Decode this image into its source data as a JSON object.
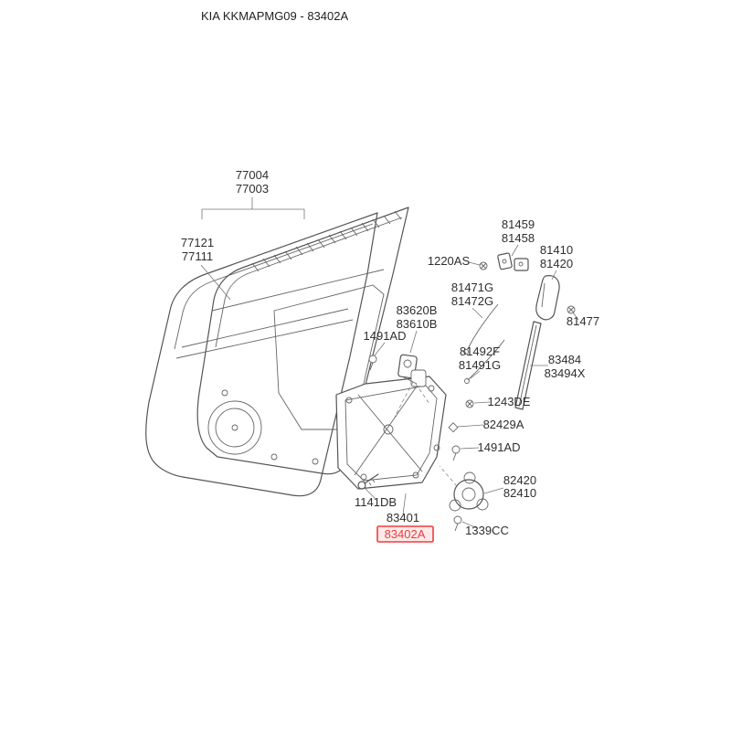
{
  "title": "KIA KKMAPMG09 - 83402A",
  "colors": {
    "highlight": "#f23b3b",
    "line": "#555555",
    "text": "#2e2e2e"
  },
  "labels": {
    "door_panel": {
      "line1": "77004",
      "line2": "77003"
    },
    "door_outer": {
      "line1": "77121",
      "line2": "77111"
    },
    "hinge": {
      "line1": "81459",
      "line2": "81458"
    },
    "bolt_1220as": {
      "text": "1220AS"
    },
    "handle": {
      "line1": "81410",
      "line2": "81420"
    },
    "rod_upper": {
      "line1": "81471G",
      "line2": "81472G"
    },
    "latch": {
      "line1": "83620B",
      "line2": "83610B"
    },
    "screw_1491ad_top": {
      "text": "1491AD"
    },
    "bolt_81477": {
      "text": "81477"
    },
    "rod_lower": {
      "line1": "81492F",
      "line2": "81491G"
    },
    "channel": {
      "line1": "83484",
      "line2": "83494X"
    },
    "bolt_1243de": {
      "text": "1243DE"
    },
    "clip_82429a": {
      "text": "82429A"
    },
    "screw_1491ad_mid": {
      "text": "1491AD"
    },
    "motor": {
      "line1": "82420",
      "line2": "82410"
    },
    "bolt_1141db": {
      "text": "1141DB"
    },
    "module": {
      "text": "83401"
    },
    "module_highlight": {
      "text": "83402A"
    },
    "screw_1339cc": {
      "text": "1339CC"
    }
  }
}
